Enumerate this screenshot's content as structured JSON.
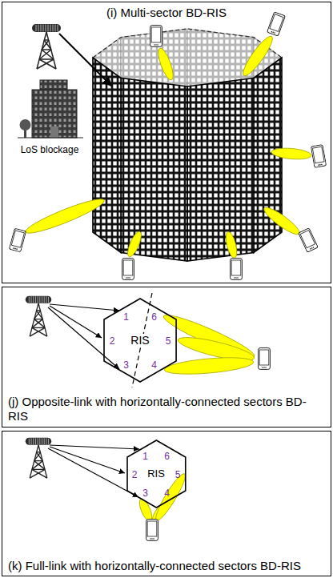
{
  "diagram": {
    "nodes": [
      {
        "text": [
          "(i) Multi-sector BD-RIS"
        ]
      },
      {
        "text": [
          "(j) Opposite-link with horizontally-connected sectors BD-RIS"
        ]
      },
      {
        "text": [
          "RIS"
        ],
        "in": 1
      },
      {
        "text": [
          "(k) Full-link with horizontally-connected sectors BD-RIS"
        ]
      },
      {
        "text": [
          "RIS"
        ],
        "in": 3
      }
    ],
    "labels": [
      "LoS blockage",
      "1",
      "2",
      "3",
      "4",
      "5",
      "6",
      "1",
      "2",
      "3",
      "4",
      "5",
      "6"
    ]
  }
}
